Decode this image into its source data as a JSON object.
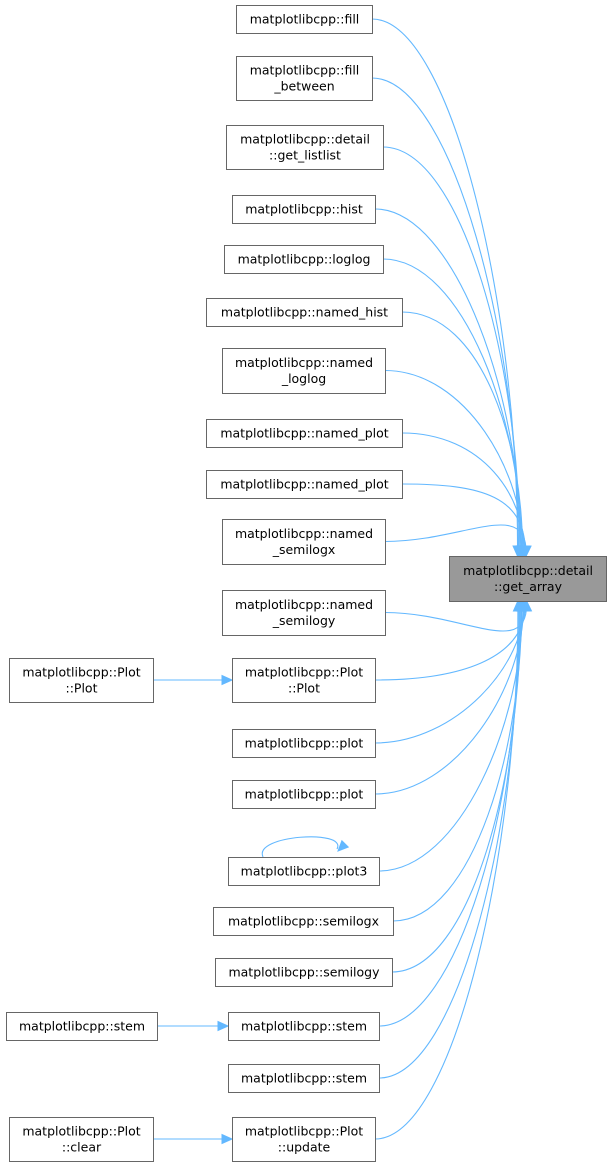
{
  "target": {
    "id": "get_array",
    "lines": [
      "matplotlibcpp::detail",
      "::get_array"
    ]
  },
  "nodes": [
    {
      "id": "fill",
      "lines": [
        "matplotlibcpp::fill"
      ]
    },
    {
      "id": "fill_between",
      "lines": [
        "matplotlibcpp::fill",
        "_between"
      ]
    },
    {
      "id": "get_listlist",
      "lines": [
        "matplotlibcpp::detail",
        "::get_listlist"
      ]
    },
    {
      "id": "hist",
      "lines": [
        "matplotlibcpp::hist"
      ]
    },
    {
      "id": "loglog",
      "lines": [
        "matplotlibcpp::loglog"
      ]
    },
    {
      "id": "named_hist",
      "lines": [
        "matplotlibcpp::named_hist"
      ]
    },
    {
      "id": "named_loglog",
      "lines": [
        "matplotlibcpp::named",
        "_loglog"
      ]
    },
    {
      "id": "named_plot_1",
      "lines": [
        "matplotlibcpp::named_plot"
      ]
    },
    {
      "id": "named_plot_2",
      "lines": [
        "matplotlibcpp::named_plot"
      ]
    },
    {
      "id": "named_semilogx",
      "lines": [
        "matplotlibcpp::named",
        "_semilogx"
      ]
    },
    {
      "id": "named_semilogy",
      "lines": [
        "matplotlibcpp::named",
        "_semilogy"
      ]
    },
    {
      "id": "plot_ctor",
      "lines": [
        "matplotlibcpp::Plot",
        "::Plot"
      ]
    },
    {
      "id": "plot_ctor_caller",
      "lines": [
        "matplotlibcpp::Plot",
        "::Plot"
      ]
    },
    {
      "id": "plot_1",
      "lines": [
        "matplotlibcpp::plot"
      ]
    },
    {
      "id": "plot_2",
      "lines": [
        "matplotlibcpp::plot"
      ]
    },
    {
      "id": "plot3",
      "lines": [
        "matplotlibcpp::plot3"
      ]
    },
    {
      "id": "semilogx",
      "lines": [
        "matplotlibcpp::semilogx"
      ]
    },
    {
      "id": "semilogy",
      "lines": [
        "matplotlibcpp::semilogy"
      ]
    },
    {
      "id": "stem_1",
      "lines": [
        "matplotlibcpp::stem"
      ]
    },
    {
      "id": "stem_caller",
      "lines": [
        "matplotlibcpp::stem"
      ]
    },
    {
      "id": "stem_2",
      "lines": [
        "matplotlibcpp::stem"
      ]
    },
    {
      "id": "update",
      "lines": [
        "matplotlibcpp::Plot",
        "::update"
      ]
    },
    {
      "id": "clear",
      "lines": [
        "matplotlibcpp::Plot",
        "::clear"
      ]
    }
  ],
  "edges": [
    {
      "from": "fill",
      "to": "get_array"
    },
    {
      "from": "fill_between",
      "to": "get_array"
    },
    {
      "from": "get_listlist",
      "to": "get_array"
    },
    {
      "from": "hist",
      "to": "get_array"
    },
    {
      "from": "loglog",
      "to": "get_array"
    },
    {
      "from": "named_hist",
      "to": "get_array"
    },
    {
      "from": "named_loglog",
      "to": "get_array"
    },
    {
      "from": "named_plot_1",
      "to": "get_array"
    },
    {
      "from": "named_plot_2",
      "to": "get_array"
    },
    {
      "from": "named_semilogx",
      "to": "get_array"
    },
    {
      "from": "named_semilogy",
      "to": "get_array"
    },
    {
      "from": "plot_ctor",
      "to": "get_array"
    },
    {
      "from": "plot_1",
      "to": "get_array"
    },
    {
      "from": "plot_2",
      "to": "get_array"
    },
    {
      "from": "plot3",
      "to": "get_array"
    },
    {
      "from": "semilogx",
      "to": "get_array"
    },
    {
      "from": "semilogy",
      "to": "get_array"
    },
    {
      "from": "stem_1",
      "to": "get_array"
    },
    {
      "from": "stem_2",
      "to": "get_array"
    },
    {
      "from": "update",
      "to": "get_array"
    },
    {
      "from": "plot_ctor_caller",
      "to": "plot_ctor"
    },
    {
      "from": "stem_caller",
      "to": "stem_1"
    },
    {
      "from": "clear",
      "to": "update"
    },
    {
      "from": "plot3",
      "to": "plot3"
    }
  ],
  "colors": {
    "edge": "#63b8ff",
    "node_border": "#666666",
    "target_fill": "#999999",
    "node_fill": "#ffffff"
  }
}
